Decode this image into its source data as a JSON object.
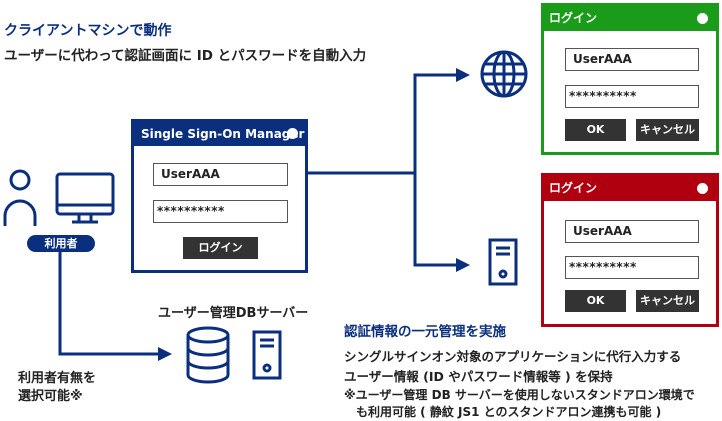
{
  "header": {
    "title": "クライアントマシンで動作",
    "subtitle": "ユーザーに代わって認証画面に ID とパスワードを自動入力"
  },
  "user": {
    "label": "利用者",
    "note_line1": "利用者有無を",
    "note_line2": "選択可能※"
  },
  "sso_window": {
    "title": "Single Sign-On Manager",
    "username": "UserAAA",
    "password": "**********",
    "login_button": "ログイン",
    "color": "#0b2f7f"
  },
  "web_login_window": {
    "title": "ログイン",
    "username": "UserAAA",
    "password": "**********",
    "ok_button": "OK",
    "cancel_button": "キャンセル",
    "color": "#1a9c1a"
  },
  "server_login_window": {
    "title": "ログイン",
    "username": "UserAAA",
    "password": "**********",
    "ok_button": "OK",
    "cancel_button": "キャンセル",
    "color": "#b0000f"
  },
  "db_server": {
    "label": "ユーザー管理DBサーバー"
  },
  "description": {
    "heading": "認証情報の一元管理を実施",
    "line1": "シングルサインオン対象のアプリケーションに代行入力する",
    "line2": "ユーザー情報 (ID やパスワード情報等 ) を保持",
    "note1": "※ユーザー管理 DB サーバーを使用しないスタンドアロン環境で",
    "note2": "も利用可能 ( 静紋 JS1 とのスタンドアロン連携も可能 )"
  },
  "icons": {
    "person": "person-icon",
    "monitor": "monitor-icon",
    "globe": "globe-icon",
    "server": "server-icon",
    "database": "database-icon"
  },
  "colors": {
    "primary": "#0b2f7f",
    "green": "#1a9c1a",
    "red": "#b0000f",
    "button": "#333333"
  }
}
